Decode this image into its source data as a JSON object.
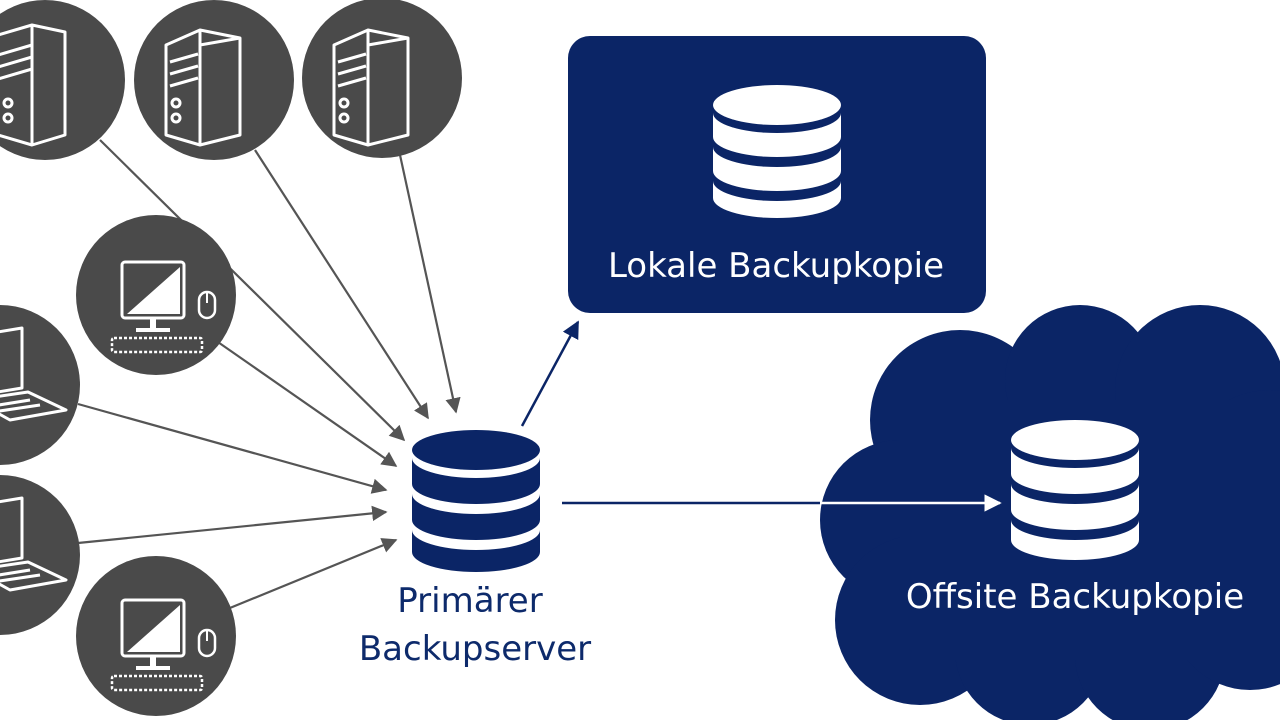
{
  "colors": {
    "navy": "#0b2566",
    "node_gray": "#4a4a4a",
    "arrow_gray": "#555555",
    "white": "#ffffff"
  },
  "primary_server": {
    "label_line1": "Primärer",
    "label_line2": "Backupserver",
    "icon": "database-icon"
  },
  "local_copy": {
    "label": "Lokale Backupkopie",
    "icon": "database-icon"
  },
  "offsite_copy": {
    "label": "Offsite Backupkopie",
    "icon": "database-icon",
    "container": "cloud"
  },
  "clients": [
    {
      "type": "server",
      "icon": "server-tower-icon"
    },
    {
      "type": "server",
      "icon": "server-tower-icon"
    },
    {
      "type": "server",
      "icon": "server-tower-icon"
    },
    {
      "type": "desktop",
      "icon": "desktop-computer-icon"
    },
    {
      "type": "laptop",
      "icon": "laptop-icon"
    },
    {
      "type": "laptop",
      "icon": "laptop-icon"
    },
    {
      "type": "desktop",
      "icon": "desktop-computer-icon"
    }
  ]
}
